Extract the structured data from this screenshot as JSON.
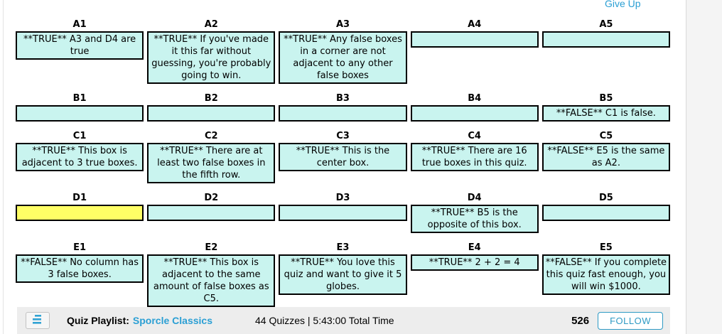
{
  "colors": {
    "box_fill": "#c9f4ef",
    "active_fill": "#ffff66",
    "box_border": "#000000",
    "link_blue": "#2b9fd4",
    "bar_background": "#ededed"
  },
  "give_up_label": "Give Up",
  "grid": {
    "rows": [
      {
        "cells": [
          {
            "label": "A1",
            "state": "revealed",
            "text": "**TRUE** A3 and D4 are true"
          },
          {
            "label": "A2",
            "state": "revealed",
            "text": "**TRUE** If you've made it this far without guessing, you're probably going to win."
          },
          {
            "label": "A3",
            "state": "revealed",
            "text": "**TRUE** Any false boxes in a corner are not adjacent to any other false boxes"
          },
          {
            "label": "A4",
            "state": "empty",
            "text": ""
          },
          {
            "label": "A5",
            "state": "empty",
            "text": ""
          }
        ]
      },
      {
        "cells": [
          {
            "label": "B1",
            "state": "empty",
            "text": ""
          },
          {
            "label": "B2",
            "state": "empty",
            "text": ""
          },
          {
            "label": "B3",
            "state": "empty",
            "text": ""
          },
          {
            "label": "B4",
            "state": "empty",
            "text": ""
          },
          {
            "label": "B5",
            "state": "revealed",
            "text": "**FALSE** C1 is false."
          }
        ]
      },
      {
        "cells": [
          {
            "label": "C1",
            "state": "revealed",
            "text": "**TRUE** This box is adjacent to 3 true boxes."
          },
          {
            "label": "C2",
            "state": "revealed",
            "text": "**TRUE** There are at least two false boxes in the fifth row."
          },
          {
            "label": "C3",
            "state": "revealed",
            "text": "**TRUE** This is the center box."
          },
          {
            "label": "C4",
            "state": "revealed",
            "text": "**TRUE** There are 16 true boxes in this quiz."
          },
          {
            "label": "C5",
            "state": "revealed",
            "text": "**FALSE** E5 is the same as A2."
          }
        ]
      },
      {
        "cells": [
          {
            "label": "D1",
            "state": "active",
            "text": ""
          },
          {
            "label": "D2",
            "state": "empty",
            "text": ""
          },
          {
            "label": "D3",
            "state": "empty",
            "text": ""
          },
          {
            "label": "D4",
            "state": "revealed",
            "text": "**TRUE** B5 is the opposite of this box."
          },
          {
            "label": "D5",
            "state": "empty",
            "text": ""
          }
        ]
      },
      {
        "cells": [
          {
            "label": "E1",
            "state": "revealed",
            "text": "**FALSE** No column has 3 false boxes."
          },
          {
            "label": "E2",
            "state": "revealed",
            "text": "**TRUE** This box is adjacent to the same amount of false boxes as C5."
          },
          {
            "label": "E3",
            "state": "revealed",
            "text": "**TRUE** You love this quiz and want to give it 5 globes."
          },
          {
            "label": "E4",
            "state": "revealed",
            "text": "**TRUE** 2 + 2 = 4"
          },
          {
            "label": "E5",
            "state": "revealed",
            "text": "**FALSE** If you complete this quiz fast enough, you will win $1000."
          }
        ]
      }
    ]
  },
  "playlist_bar": {
    "icon": "playlist-icon",
    "label": "Quiz Playlist:",
    "playlist_name": "Sporcle Classics",
    "meta": "44 Quizzes | 5:43:00 Total Time",
    "follower_count": "526",
    "follow_label": "FOLLOW"
  }
}
